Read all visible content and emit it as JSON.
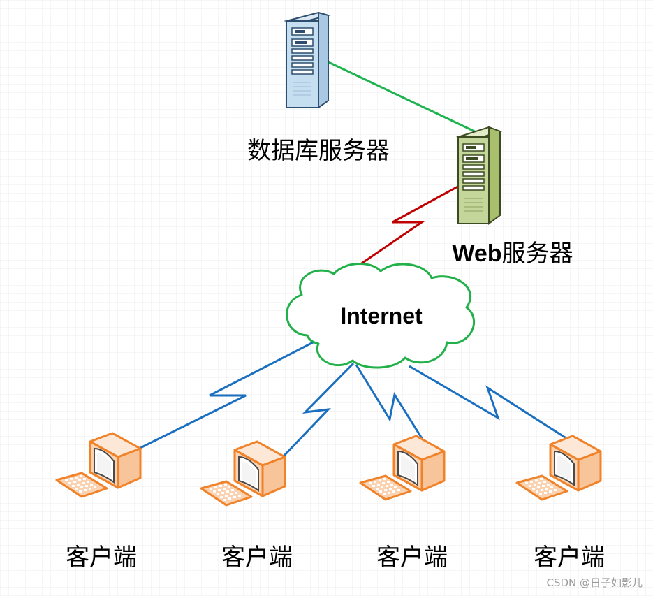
{
  "db_server": {
    "label": "数据库服务器",
    "icon": "database-server-icon",
    "color": "#c5def0"
  },
  "web_server": {
    "label_bold": "Web",
    "label_rest": "服务器",
    "icon": "web-server-icon",
    "color": "#c4d69a"
  },
  "cloud": {
    "label": "Internet",
    "icon": "cloud-icon",
    "border_color": "#22b04a"
  },
  "clients": [
    {
      "label": "客户端",
      "icon": "computer-icon"
    },
    {
      "label": "客户端",
      "icon": "computer-icon"
    },
    {
      "label": "客户端",
      "icon": "computer-icon"
    },
    {
      "label": "客户端",
      "icon": "computer-icon"
    }
  ],
  "links": {
    "db_to_web": "#1db34f",
    "web_to_internet": "#c00000",
    "internet_to_clients": "#1a6fc0"
  },
  "watermark": "CSDN @日子如影儿"
}
